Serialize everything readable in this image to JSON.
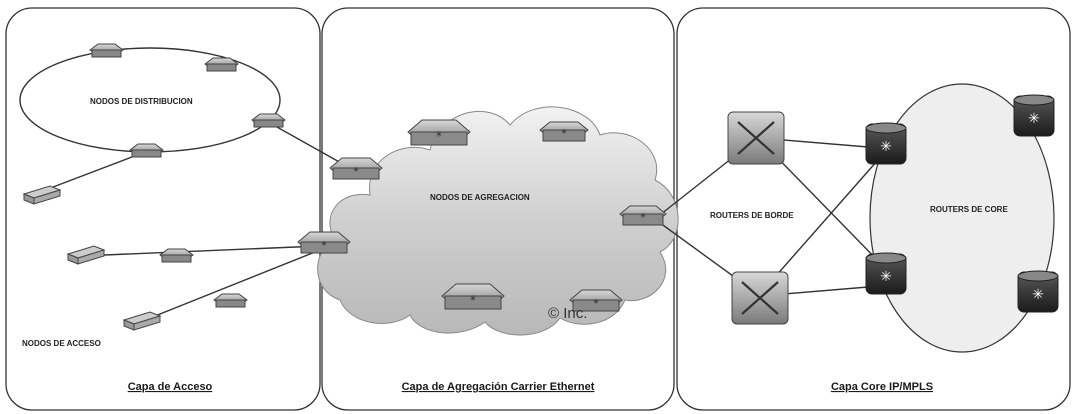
{
  "sections": [
    {
      "id": "acceso",
      "caption": "Capa de Acceso"
    },
    {
      "id": "agregacion",
      "caption": "Capa de Agregación Carrier Ethernet"
    },
    {
      "id": "core",
      "caption": "Capa Core IP/MPLS"
    }
  ],
  "labels": {
    "distribucion": "NODOS DE DISTRIBUCION",
    "acceso": "NODOS DE ACCESO",
    "agregacion": "NODOS DE AGREGACION",
    "borde": "ROUTERS DE BORDE",
    "core": "ROUTERS DE CORE"
  },
  "copyright": "© Inc.",
  "colors": {
    "panel_border": "#333333",
    "cloud_fill": "#d9d9d9",
    "core_ellipse_fill": "#eeeeee",
    "device_gray": "#9a9a9a",
    "core_router_dark": "#2b2b2b"
  }
}
